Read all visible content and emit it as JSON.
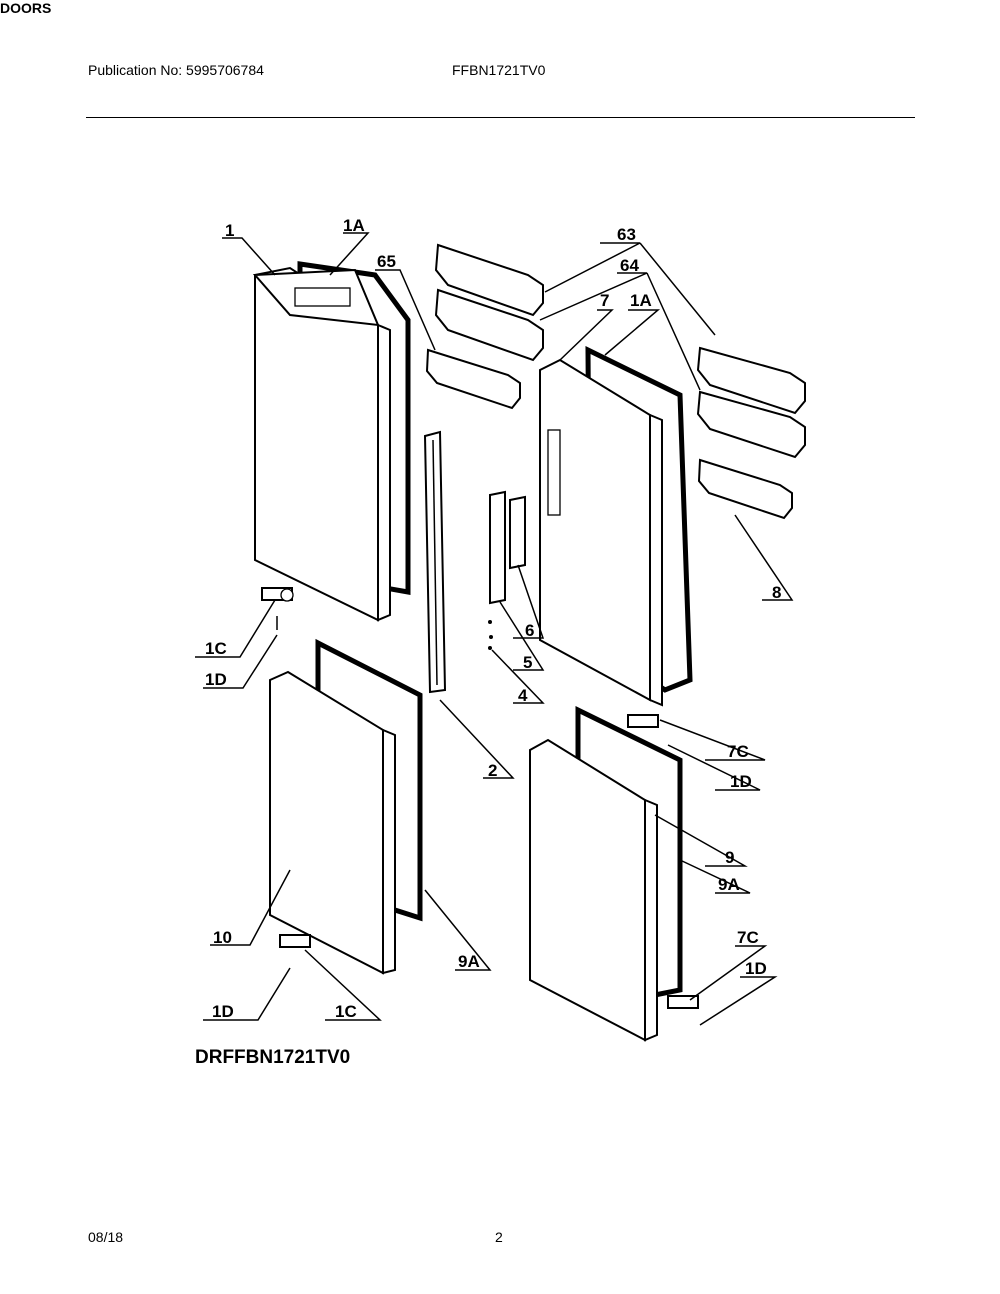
{
  "header": {
    "publication": "Publication No: 5995706784",
    "model": "FFBN1721TV0",
    "section": "DOORS"
  },
  "footer": {
    "date": "08/18",
    "page": "2"
  },
  "diagram": {
    "code": "DRFFBN1721TV0",
    "labels": [
      "1",
      "1A",
      "65",
      "63",
      "64",
      "7",
      "1A",
      "8",
      "6",
      "5",
      "4",
      "2",
      "1C",
      "1D",
      "7C",
      "1D",
      "9",
      "9A",
      "10",
      "9A",
      "7C",
      "1D",
      "1D",
      "1C"
    ]
  }
}
